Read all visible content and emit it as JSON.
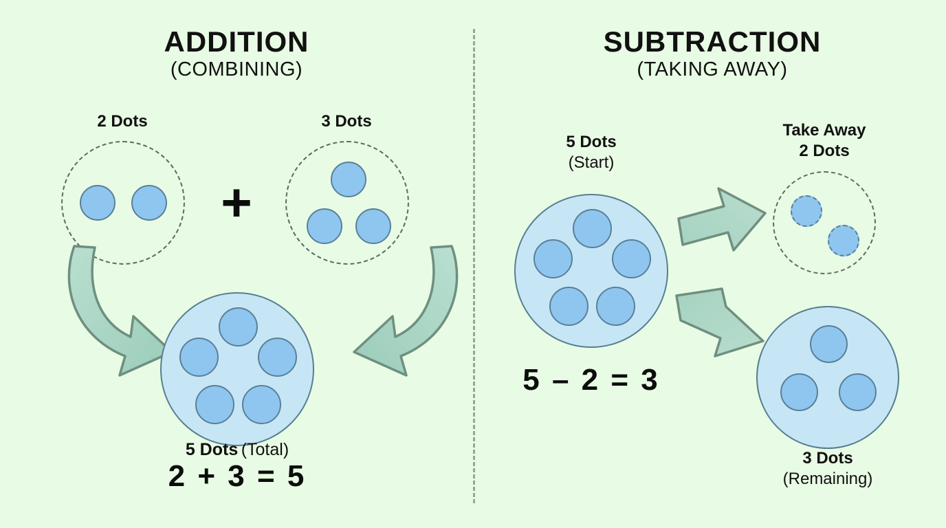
{
  "background_color": "#e8fbe4",
  "colors": {
    "dot_fill": "#8fc6ef",
    "dot_stroke": "#5a7f99",
    "group_fill": "#c7e6f5",
    "group_stroke": "#577f90",
    "arrow_fill": "#a9d4c4",
    "arrow_stroke": "#6f8f80",
    "dashed_stroke": "#5f6b5f",
    "text": "#111111"
  },
  "addition": {
    "title": "ADDITION",
    "subtitle": "(COMBINING)",
    "group_a": {
      "label": "2 Dots",
      "count": 2
    },
    "operator": "+",
    "group_b": {
      "label": "3 Dots",
      "count": 3
    },
    "result": {
      "count": 5,
      "caption_bold": "5 Dots",
      "caption_regular": "(Total)",
      "equation": "2 + 3 = 5"
    }
  },
  "subtraction": {
    "title": "SUBTRACTION",
    "subtitle": "(TAKING AWAY)",
    "start": {
      "label_bold": "5 Dots",
      "label_regular": "(Start)",
      "count": 5
    },
    "equation": "5 – 2 = 3",
    "take_away": {
      "label_line1": "Take Away",
      "label_line2": "2 Dots",
      "count": 2
    },
    "remaining": {
      "count": 3,
      "caption_bold": "3 Dots",
      "caption_regular": "(Remaining)"
    }
  },
  "chart_data": {
    "type": "diagram",
    "title": "Addition and Subtraction with Dots",
    "panels": [
      {
        "name": "ADDITION",
        "subtitle": "(COMBINING)",
        "operation": "addition",
        "operands": [
          2,
          3
        ],
        "result": 5,
        "equation": "2 + 3 = 5"
      },
      {
        "name": "SUBTRACTION",
        "subtitle": "(TAKING AWAY)",
        "operation": "subtraction",
        "operands": [
          5,
          2
        ],
        "result": 3,
        "equation": "5 – 2 = 3"
      }
    ]
  }
}
